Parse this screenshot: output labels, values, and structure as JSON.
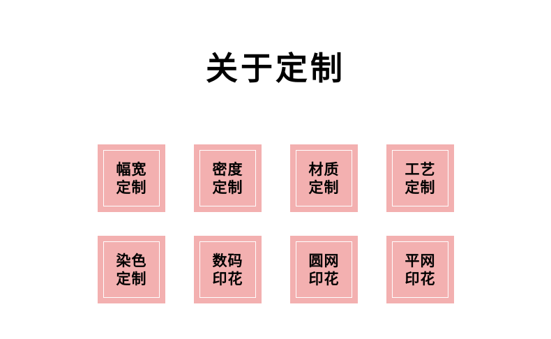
{
  "page": {
    "title": "关于定制",
    "background_color": "#ffffff",
    "box_fill_color": "#f3b0b0",
    "box_inner_border_color": "#ffffff",
    "text_color": "#000000"
  },
  "grid": {
    "rows": [
      {
        "cells": [
          {
            "label": "幅宽\n定制"
          },
          {
            "label": "密度\n定制"
          },
          {
            "label": "材质\n定制"
          },
          {
            "label": "工艺\n定制"
          }
        ]
      },
      {
        "cells": [
          {
            "label": "染色\n定制"
          },
          {
            "label": "数码\n印花"
          },
          {
            "label": "圆网\n印花"
          },
          {
            "label": "平网\n印花"
          }
        ]
      }
    ]
  }
}
